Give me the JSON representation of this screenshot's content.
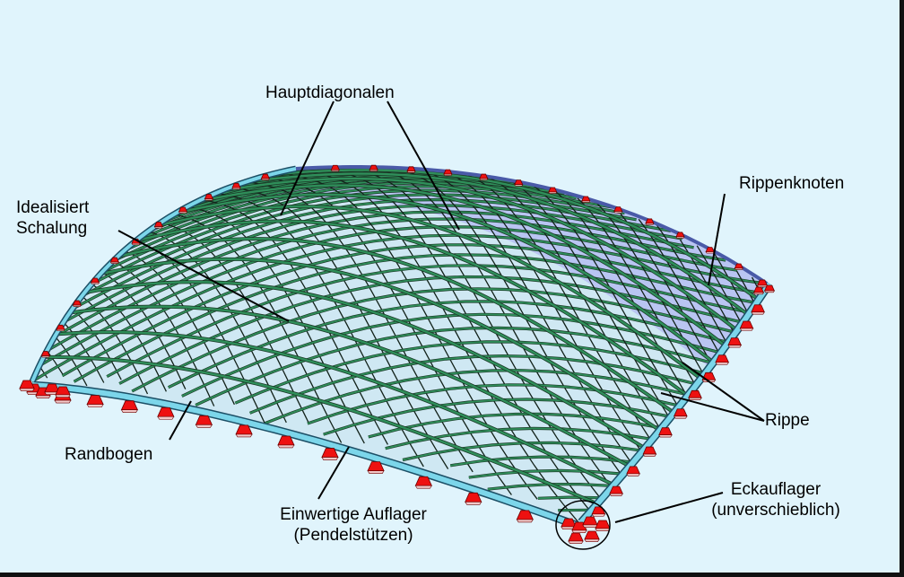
{
  "labels": {
    "hauptdiagonalen": "Hauptdiagonalen",
    "idealisiert_line1": "Idealisiert",
    "idealisiert_line2": "Schalung",
    "rippenknoten": "Rippenknoten",
    "rippe": "Rippe",
    "randbogen": "Randbogen",
    "einwertige_line1": "Einwertige Auflager",
    "einwertige_line2": "(Pendelstützen)",
    "eckauflager_line1": "Eckauflager",
    "eckauflager_line2": "(unverschieblich)"
  },
  "colors": {
    "background": "#e0f4fc",
    "rib": "#2f8f5a",
    "rib_edge": "#1b3a28",
    "shell": "#a8a8f0",
    "edge_arch": "#7cd6ea",
    "support": "#ee1111"
  }
}
